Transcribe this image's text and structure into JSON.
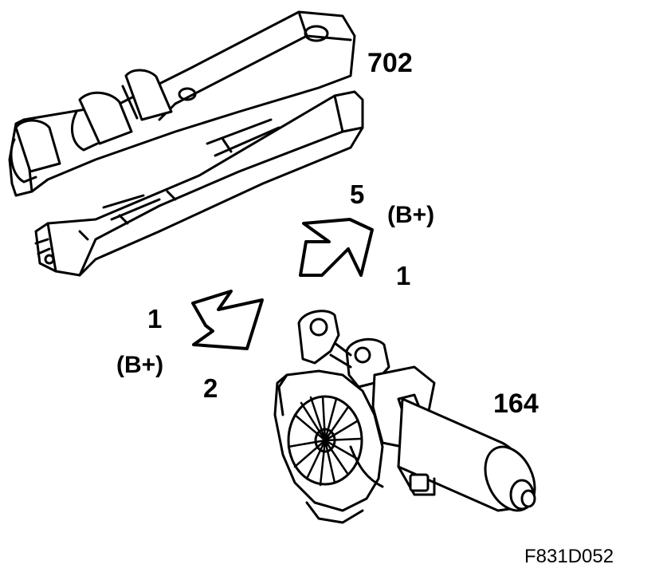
{
  "labels": {
    "switch_part": "702",
    "motor_part": "164",
    "figure_code": "F831D052",
    "pin_5": "5",
    "pin_1_upper": "1",
    "pin_1_lower": "1",
    "pin_2": "2",
    "b_plus_upper": "(B+)",
    "b_plus_lower": "(B+)"
  },
  "icons": [
    "window-switch-panel-icon",
    "arrow-icon",
    "window-motor-icon"
  ]
}
